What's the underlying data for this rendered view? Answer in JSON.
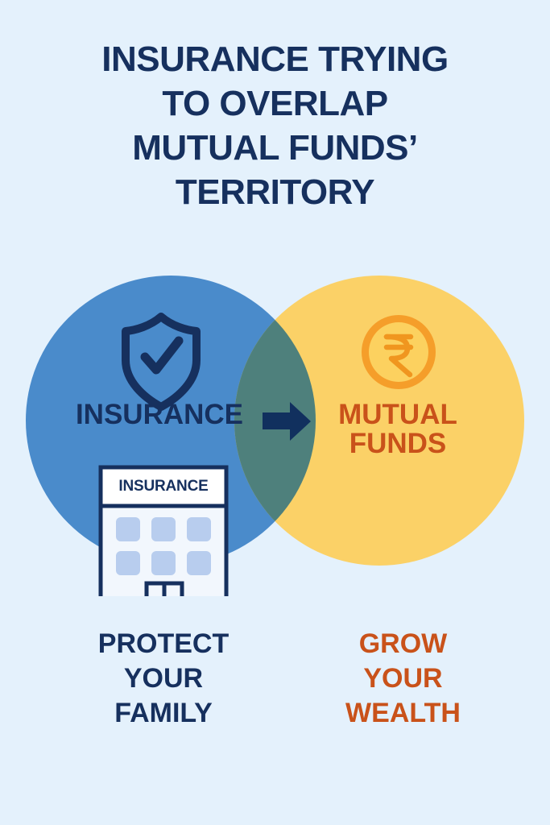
{
  "background_color": "#e4f1fc",
  "title": {
    "lines": [
      "INSURANCE TRYING",
      "TO OVERLAP",
      "MUTUAL FUNDS’",
      "TERRITORY"
    ],
    "color": "#16305e"
  },
  "venn": {
    "left_circle": {
      "label": "INSURANCE",
      "fill_color": "#4a8bcb",
      "label_color": "#16305e",
      "icon": "shield-check-icon"
    },
    "right_circle": {
      "label_line1": "MUTUAL",
      "label_line2": "FUNDS",
      "fill_color": "#fbd167",
      "label_color": "#c9521a",
      "icon": "rupee-coin-icon"
    },
    "overlap": {
      "fill_color": "#4e807c",
      "arrow_icon": "right-arrow-icon",
      "arrow_color": "#11305e"
    },
    "building": {
      "sign_text": "INSURANCE",
      "outline_color": "#16305e",
      "wall_color": "#f2f7fd",
      "sign_color": "#ffffff",
      "window_color": "#b8cdee",
      "window_count": 6
    }
  },
  "bottom": {
    "left_caption": [
      "PROTECT",
      "YOUR",
      "FAMILY"
    ],
    "left_color": "#16305e",
    "right_caption": [
      "GROW",
      "YOUR",
      "WEALTH"
    ],
    "right_color": "#c9521a"
  }
}
